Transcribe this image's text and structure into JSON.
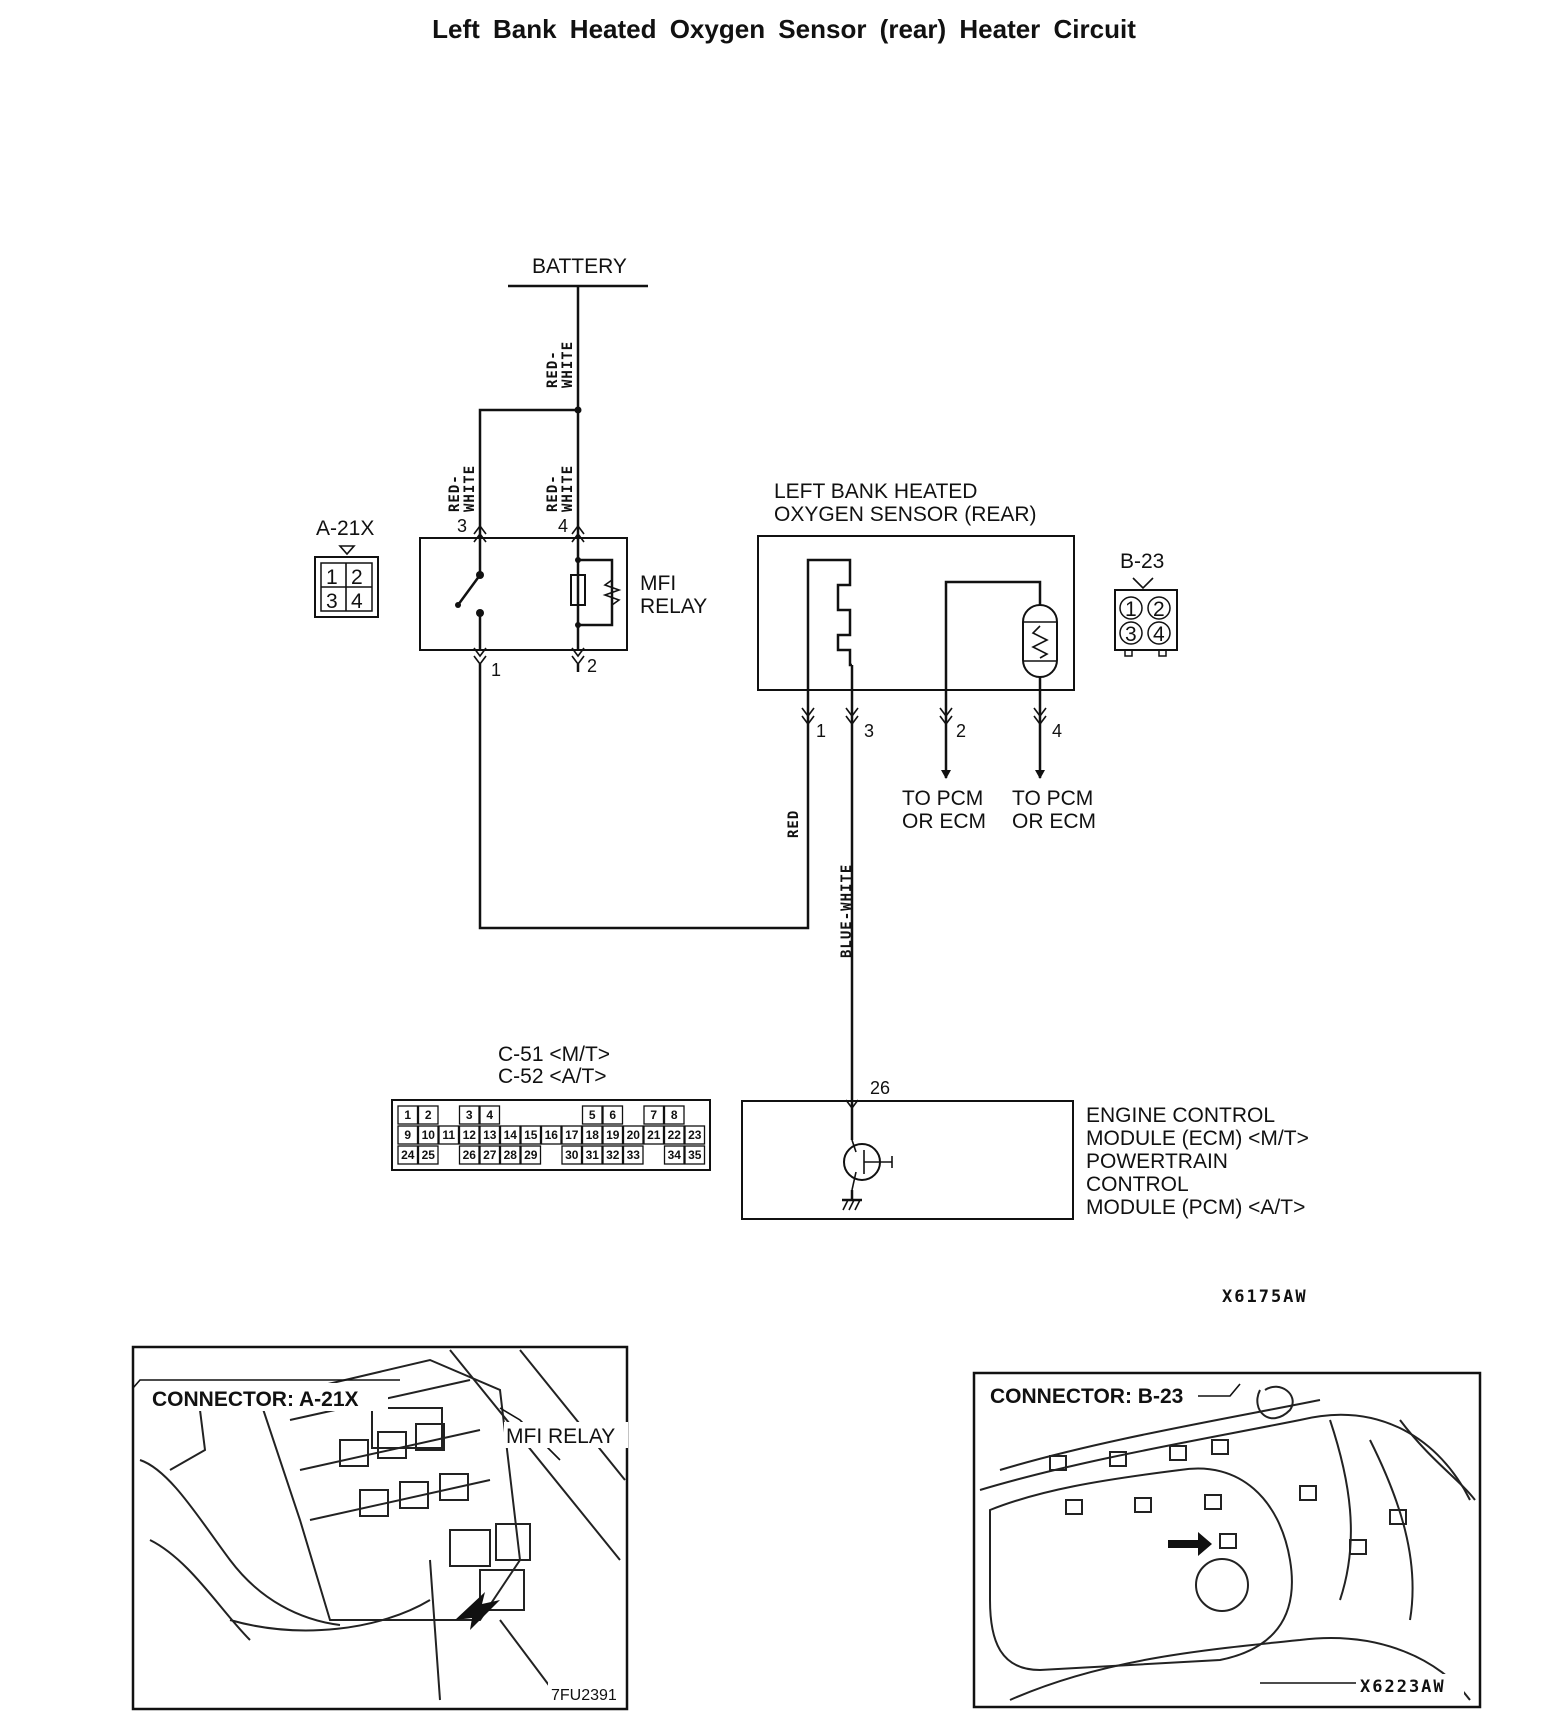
{
  "title": "Left Bank Heated Oxygen Sensor (rear) Heater Circuit",
  "battery": {
    "label": "BATTERY"
  },
  "wires": {
    "battery_wire": "RED-\nWHITE",
    "relay_pin3_wire": "RED-\nWHITE",
    "relay_pin4_wire": "RED-\nWHITE",
    "red_wire": "RED",
    "blue_white_wire": "BLUE-WHITE"
  },
  "relay": {
    "label_line1": "MFI",
    "label_line2": "RELAY",
    "pins": [
      "3",
      "4",
      "1",
      "2"
    ],
    "connector": {
      "id": "A-21X",
      "cells": [
        "1",
        "2",
        "3",
        "4"
      ]
    }
  },
  "sensor": {
    "label_line1": "LEFT BANK HEATED",
    "label_line2": "OXYGEN SENSOR (REAR)",
    "pins": [
      "1",
      "3",
      "2",
      "4"
    ],
    "connector": {
      "id": "B-23",
      "cells": [
        "1",
        "2",
        "3",
        "4"
      ]
    },
    "to_pcm_left_line1": "TO PCM",
    "to_pcm_left_line2": "OR ECM",
    "to_pcm_right_line1": "TO PCM",
    "to_pcm_right_line2": "OR ECM"
  },
  "ecm": {
    "pin": "26",
    "label_lines": [
      "ENGINE CONTROL",
      "MODULE (ECM) <M/T>",
      "POWERTRAIN",
      "CONTROL",
      "MODULE (PCM) <A/T>"
    ],
    "connector_line1": "C-51 <M/T>",
    "connector_line2": "C-52 <A/T>",
    "connector_rows": [
      [
        "1",
        "2",
        "",
        "3",
        "4",
        "",
        "",
        "",
        "",
        "5",
        "6",
        "",
        "7",
        "8"
      ],
      [
        "9",
        "10",
        "11",
        "12",
        "13",
        "14",
        "15",
        "16",
        "17",
        "18",
        "19",
        "20",
        "21",
        "22",
        "23"
      ],
      [
        "24",
        "25",
        "",
        "26",
        "27",
        "28",
        "29",
        "",
        "30",
        "31",
        "32",
        "33",
        "",
        "34",
        "35"
      ]
    ]
  },
  "diagram_code": "X6175AW",
  "photos": [
    {
      "title": "CONNECTOR: A-21X",
      "callout": "MFI RELAY",
      "code": "7FU2391"
    },
    {
      "title": "CONNECTOR: B-23",
      "callout": "",
      "code": "X6223AW"
    }
  ]
}
